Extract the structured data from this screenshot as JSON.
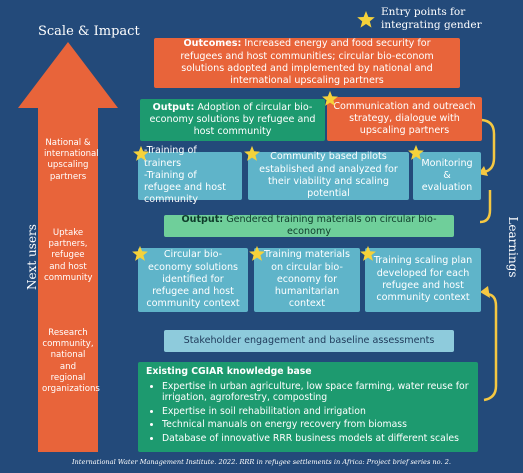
{
  "header": {
    "scale_impact": "Scale & Impact",
    "legend_label": "Entry points for integrating gender"
  },
  "sidebar": {
    "next_users": "Next users",
    "learnings": "Learnings",
    "levels": [
      "National & international upscaling partners",
      "Uptake partners, refugee and host community",
      "Research community, national and regional organizations"
    ]
  },
  "outcomes": {
    "label": "Outcomes:",
    "text": " Increased energy and food security for refugees and host communities; circular bio-econom solutions adopted and implemented by national and international upscaling partners"
  },
  "output1": {
    "label": "Output:",
    "text": " Adoption of circular bio-economy solutions by refugee and host community"
  },
  "communication": "Communication and outreach strategy, dialogue with upscaling partners",
  "training": "-Training of trainers\n-Training of refugee and host community",
  "pilots": "Community based pilots established and analyzed for their viability and scaling potential",
  "monitoring": "Monitoring & evaluation",
  "output2": {
    "label": "Output:",
    "text": " Gendered training materials on circular bio-economy"
  },
  "solutions": "Circular bio-economy solutions identified for refugee and host community context",
  "materials": "Training materials on circular bio-economy for humanitarian context",
  "scaling_plan": "Training scaling plan developed for each refugee and host community context",
  "stakeholder": "Stakeholder engagement and baseline assessments",
  "knowledge_base": {
    "title": "Existing CGIAR knowledge base",
    "items": [
      "Expertise in urban agriculture, low space farming, water reuse for irrigation, agroforestry, composting",
      "Expertise in soil rehabilitation and irrigation",
      "Technical manuals on energy recovery from biomass",
      "Database of innovative RRR business models at different scales"
    ]
  },
  "footer": "International Water Management Institute. 2022. RRR in refugee settlements in Africa: Project brief series no. 2.",
  "colors": {
    "background": "#234a7a",
    "orange": "#e8643a",
    "green": "#1d9a6f",
    "teal": "#5fb4c9",
    "star": "#f5d23a",
    "connector": "#f5c842"
  }
}
